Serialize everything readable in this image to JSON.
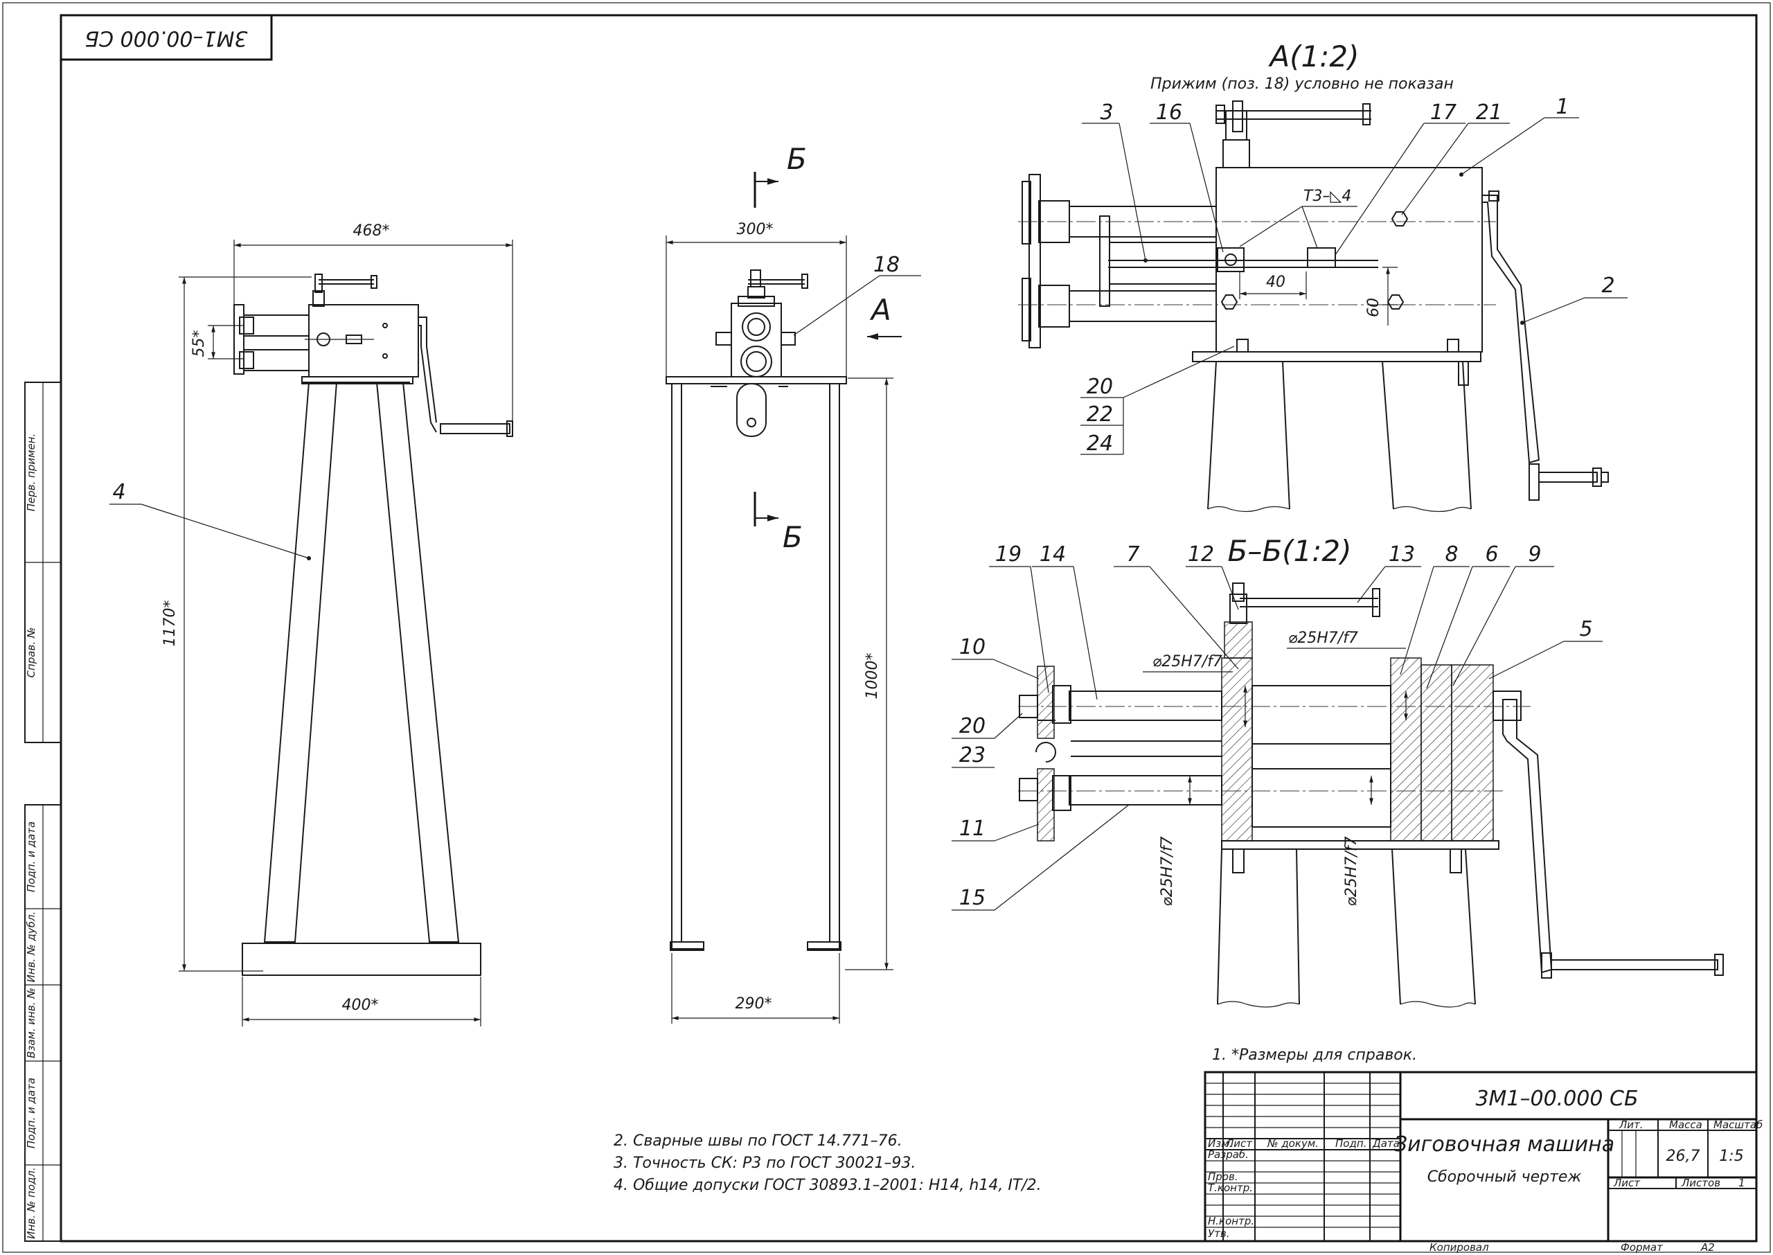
{
  "stamp": "3М1–00.000 СБ",
  "views": {
    "a_title": "А(1:2)",
    "a_note": "Прижим (поз. 18) условно не показан",
    "bb_title": "Б–Б(1:2)",
    "cut_letter": "Б",
    "view_letter": "А"
  },
  "dims": {
    "d468": "468*",
    "d55": "55*",
    "d1170": "1170*",
    "d400": "400*",
    "d300": "300*",
    "d1000": "1000*",
    "d290": "290*",
    "d40": "40",
    "d60": "60",
    "fit": "⌀25H7/f7",
    "weld": "Т3–◺4"
  },
  "positions": {
    "p1": "1",
    "p2": "2",
    "p3": "3",
    "p4": "4",
    "p5": "5",
    "p6": "6",
    "p7": "7",
    "p8": "8",
    "p9": "9",
    "p10": "10",
    "p11": "11",
    "p12": "12",
    "p13": "13",
    "p14": "14",
    "p15": "15",
    "p16": "16",
    "p17": "17",
    "p18": "18",
    "p19": "19",
    "p20": "20",
    "p21": "21",
    "p22": "22",
    "p23": "23",
    "p24": "24"
  },
  "notes": [
    "1.  *Размеры для справок.",
    "2.  Сварные швы по ГОСТ 14.771–76.",
    "3.  Точность СК: Р3 по ГОСТ 30021–93.",
    "4.  Общие допуски ГОСТ 30893.1–2001: H14, h14, IT/2."
  ],
  "side_strip": [
    "Перв. примен.",
    "Справ. №",
    "Подп. и дата",
    "Инв. № дубл.",
    "Взам. инв. №",
    "Подп. и дата",
    "Инв. № подл."
  ],
  "title_block": {
    "designation": "3М1–00.000 СБ",
    "name": "Зиговочная машина",
    "doc_type": "Сборочный чертеж",
    "col_izm": "Изм.",
    "col_list": "Лист",
    "col_doc": "№ докум.",
    "col_sign": "Подп.",
    "col_date": "Дата",
    "row_razrab": "Разраб.",
    "row_prov": "Пров.",
    "row_tkontr": "Т.контр.",
    "row_nkontr": "Н.контр.",
    "row_utv": "Утв.",
    "lit_label": "Лит.",
    "mass_label": "Масса",
    "scale_label": "Масштаб",
    "mass": "26,7",
    "scale": "1:5",
    "sheet_label": "Лист",
    "sheets_label": "Листов",
    "sheets": "1",
    "copied": "Копировал",
    "format_label": "Формат",
    "format": "А2"
  }
}
